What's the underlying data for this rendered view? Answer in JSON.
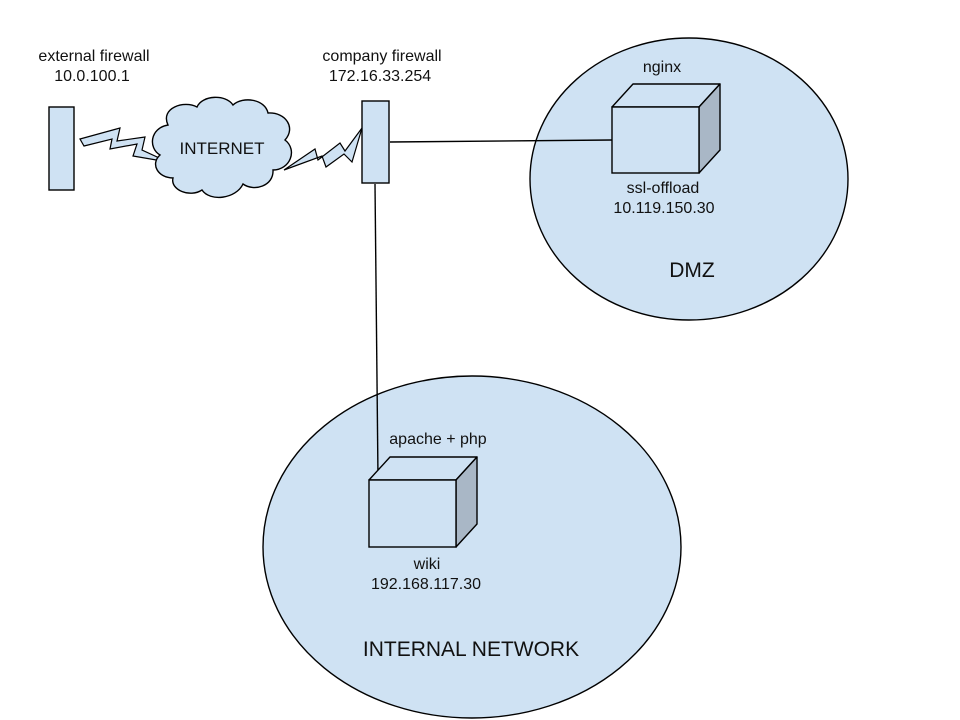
{
  "colors": {
    "fill": "#cfe2f3",
    "box_side": "#a9b7c6",
    "stroke": "#000000"
  },
  "nodes": {
    "external_firewall": {
      "name": "external firewall",
      "ip": "10.0.100.1"
    },
    "internet": {
      "name": "INTERNET"
    },
    "company_firewall": {
      "name": "company firewall",
      "ip": "172.16.33.254"
    },
    "nginx": {
      "role": "nginx",
      "name": "ssl-offload",
      "ip": "10.119.150.30"
    },
    "wiki": {
      "role": "apache + php",
      "name": "wiki",
      "ip": "192.168.117.30"
    }
  },
  "zones": {
    "dmz": "DMZ",
    "internal": "INTERNAL NETWORK"
  }
}
